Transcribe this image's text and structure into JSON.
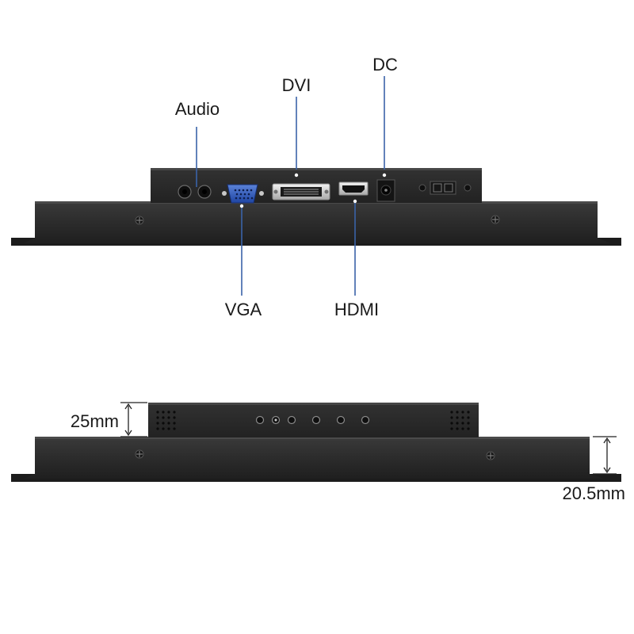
{
  "colors": {
    "callout_line": "#3a63a8",
    "dimension_line": "#222222",
    "metal_body": "#2b2b2b",
    "vga_blue": "#2d55b5"
  },
  "top_view": {
    "port_labels": {
      "audio": "Audio",
      "dvi": "DVI",
      "dc": "DC",
      "vga": "VGA",
      "hdmi": "HDMI"
    }
  },
  "bottom_view": {
    "dimensions": {
      "back_cover_depth": "25mm",
      "bezel_depth": "20.5mm"
    }
  }
}
